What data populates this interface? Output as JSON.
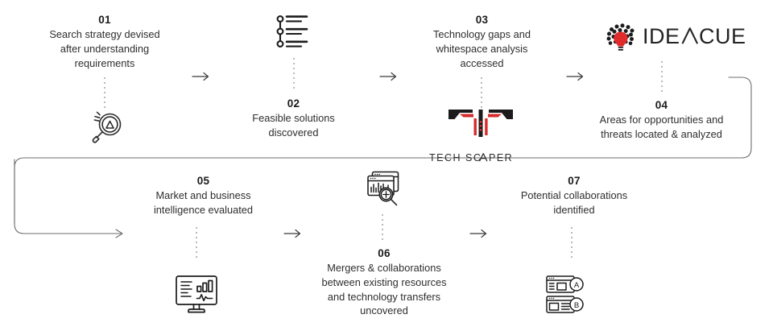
{
  "diagram": {
    "title": "Seven step technology scouting process flow",
    "colors": {
      "text": "#2e2e2e",
      "number": "#1b1b1b",
      "line": "#6d6d6d",
      "dotted": "#b9b9b9",
      "accent_red": "#e02b2b",
      "logo_dark": "#232323"
    },
    "steps": [
      {
        "number": "01",
        "text": "Search strategy devised\nafter understanding\nrequirements",
        "icon": "magnifier-triangle-icon"
      },
      {
        "number": "02",
        "text": "Feasible solutions\ndiscovered",
        "icon": "timeline-list-icon"
      },
      {
        "number": "03",
        "text": "Technology gaps and\nwhitespace analysis\naccessed",
        "icon": "tech-scaper-logo"
      },
      {
        "number": "04",
        "text": "Areas for opportunities and\nthreats located & analyzed",
        "icon": "ideacue-logo"
      },
      {
        "number": "05",
        "text": "Market and business\nintelligence evaluated",
        "icon": "monitor-analytics-icon"
      },
      {
        "number": "06",
        "text": "Mergers & collaborations\nbetween existing resources\nand technology transfers\nuncovered",
        "icon": "windows-chart-search-icon"
      },
      {
        "number": "07",
        "text": "Potential collaborations\nidentified",
        "icon": "two-windows-ab-icon"
      }
    ],
    "logos": {
      "ideacue": {
        "name": "IDEACUE",
        "mark": "lightbulb-dot-tree-mark",
        "letters_before_a": "IDE",
        "letters_after_a": "CUE"
      },
      "tech_scaper": {
        "name": "TECH SCAPER",
        "mark": "tech-scaper-wing-mark",
        "word_before_a": "TECH SC",
        "word_after_a": "PER"
      }
    },
    "arrows": [
      {
        "name": "arrow-step1-to-step2"
      },
      {
        "name": "arrow-step2-to-step3"
      },
      {
        "name": "arrow-step3-to-step4"
      },
      {
        "name": "arrow-row1-to-row2-wrap"
      },
      {
        "name": "arrow-step5-to-step6"
      },
      {
        "name": "arrow-step6-to-step7"
      }
    ]
  }
}
